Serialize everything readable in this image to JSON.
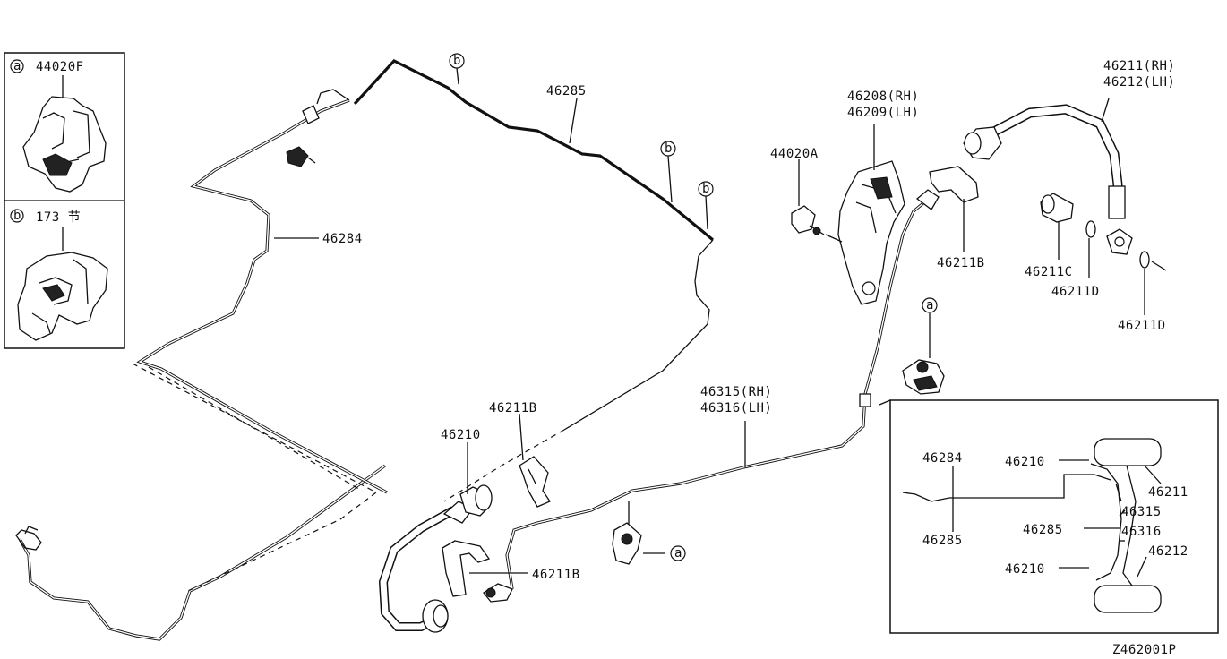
{
  "diagram_id": "Z462001P",
  "inset_top": {
    "box1": {
      "marker": "a",
      "part": "44020F"
    },
    "box2": {
      "marker": "b",
      "part": "173 节"
    }
  },
  "markers": {
    "a": "a",
    "b": "b"
  },
  "labels": {
    "p46285": "46285",
    "p46284": "46284",
    "p46208": "46208(RH)",
    "p46209": "46209(LH)",
    "p44020a": "44020A",
    "p46211b_top": "46211B",
    "p46211": "46211(RH)",
    "p46212": "46212(LH)",
    "p46211c": "46211C",
    "p46211d_1": "46211D",
    "p46211d_2": "46211D",
    "p46315": "46315(RH)",
    "p46316": "46316(LH)",
    "p46211b_mid": "46211B",
    "p46210": "46210",
    "p46211b_low": "46211B"
  },
  "inset_layout": {
    "l46284": "46284",
    "l46285": "46285",
    "l46210_top": "46210",
    "l46211": "46211",
    "l46315": "46315",
    "l46285_r": "46285",
    "l46316": "46316",
    "l46212": "46212",
    "l46210_bot": "46210"
  }
}
